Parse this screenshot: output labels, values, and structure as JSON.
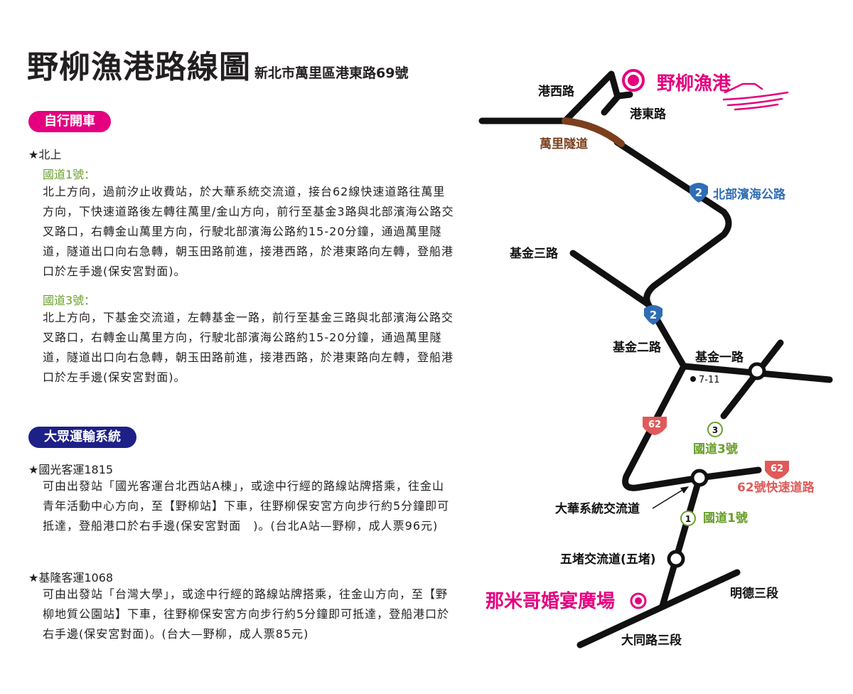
{
  "header": {
    "title": "野柳漁港路線圖",
    "address": "新北市萬里區港東路69號"
  },
  "driving": {
    "section_label": "自行開車",
    "north_heading": "★北上",
    "routes": [
      {
        "name": "國道1號：",
        "text": "北上方向，過前汐止收費站，於大華系統交流道，接台62線快速道路往萬里方向，下快速道路後左轉往萬里/金山方向，前行至基金3路與北部濱海公路交叉路口，右轉金山萬里方向，行駛北部濱海公路約15-20分鐘，通過萬里隧道，隧道出口向右急轉，朝玉田路前進，接港西路，於港東路向左轉，登船港口於左手邊(保安宮對面)。"
      },
      {
        "name": "國道3號：",
        "text": "北上方向，下基金交流道，左轉基金一路，前行至基金三路與北部濱海公路交叉路口，右轉金山萬里方向，行駛北部濱海公路約15-20分鐘，通過萬里隧道，隧道出口向右急轉，朝玉田路前進，接港西路，於港東路向左轉，登船港口於左手邊(保安宮對面)。"
      }
    ]
  },
  "transit": {
    "section_label": "大眾運輸系統",
    "routes": [
      {
        "name": "★國光客運1815",
        "text": "可由出發站「國光客運台北西站A棟」，或途中行經的路線站牌搭乘，往金山青年活動中心方向，至【野柳站】下車，往野柳保安宮方向步行約5分鐘即可抵達，登船港口於右手邊(保安宮對面　)。(台北A站—野柳，成人票96元)"
      },
      {
        "name": "★基隆客運1068",
        "text": "可由出發站「台灣大學」，或途中行經的路線站牌搭乘，往金山方向，至【野柳地質公園站】下車，往野柳保安宮方向步行約5分鐘即可抵達，登船港口於右手邊(保安宮對面)。(台大—野柳，成人票85元)"
      }
    ]
  },
  "map": {
    "destination": "野柳漁港",
    "origin": "那米哥婚宴廣場",
    "labels": {
      "gangxi": "港西路",
      "gangdong": "港東路",
      "tunnel": "萬里隧道",
      "coastal": "北部濱海公路",
      "jijin3": "基金三路",
      "jijin2": "基金二路",
      "jijin1": "基金一路",
      "seven": "7-11",
      "fwy3": "國道3號",
      "exp62": "62號快速道路",
      "dahua": "大華系統交流道",
      "fwy1": "國道1號",
      "wudu": "五堵交流道(五堵)",
      "mingde": "明德三段",
      "datong": "大同路三段"
    },
    "shields": {
      "coastal_top": "2",
      "coastal_mid": "2",
      "exp62_mid": "62",
      "exp62_right": "62",
      "fwy3": "3",
      "fwy1": "1"
    },
    "colors": {
      "destination": "#e4007f",
      "tunnel": "#7b3f1e",
      "coastal": "#2f6db5",
      "exp62": "#e05a5a",
      "freeway": "#6a9f2b",
      "road": "#111111"
    }
  }
}
